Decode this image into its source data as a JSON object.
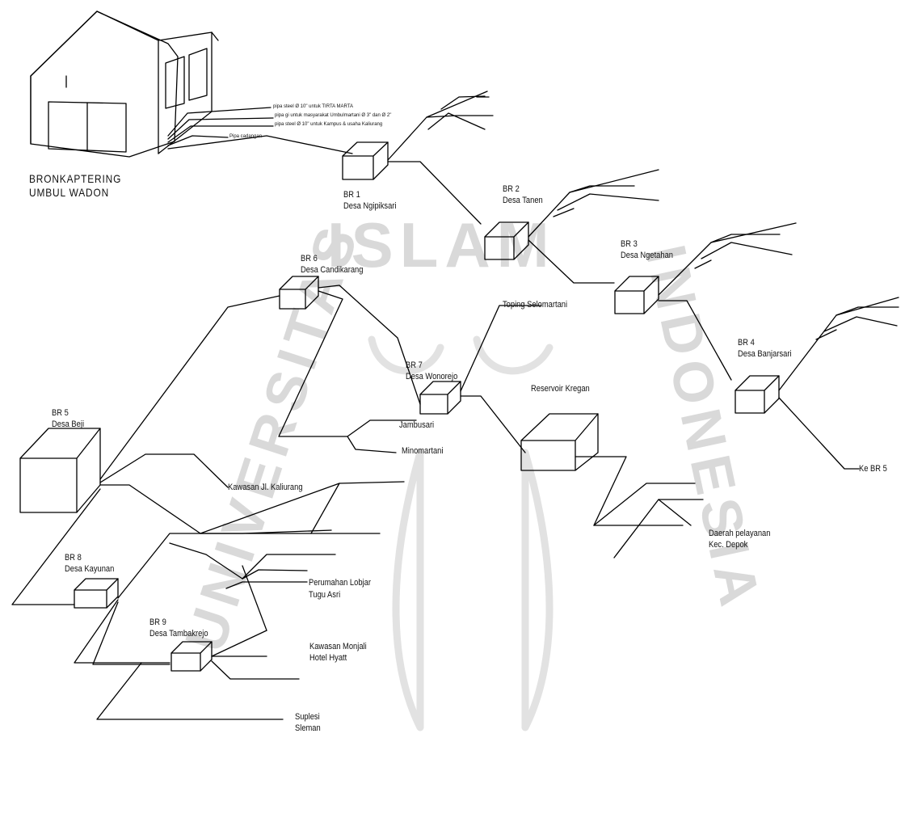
{
  "watermark": {
    "top": "ISLAM",
    "left": "UNIVERSITAS",
    "right": "INDONESIA"
  },
  "source": {
    "name_line1": "BRONKAPTERING",
    "name_line2": "UMBUL WADON",
    "pipes": [
      "pipa steel Ø 10\" untuk TIRTA MARTA",
      "pipa gi untuk masyarakat Umbulmartani Ø 3\" dan Ø 2\"",
      "pipa steel Ø 10\" untuk Kampus & usaha Kaliurang",
      "Pipa cadangan"
    ]
  },
  "nodes": [
    {
      "id": "BR 1",
      "name": "Desa Ngipiksari"
    },
    {
      "id": "BR 2",
      "name": "Desa Tanen"
    },
    {
      "id": "BR 3",
      "name": "Desa Ngetahan"
    },
    {
      "id": "BR 4",
      "name": "Desa Banjarsari"
    },
    {
      "id": "BR 5",
      "name": "Desa Beji"
    },
    {
      "id": "BR 6",
      "name": "Desa Candikarang"
    },
    {
      "id": "BR 7",
      "name": "Desa Wonorejo"
    },
    {
      "id": "BR 8",
      "name": "Desa Kayunan"
    },
    {
      "id": "BR 9",
      "name": "Desa Tambakrejo"
    }
  ],
  "reservoir": {
    "name": "Reservoir Kregan"
  },
  "destinations": {
    "topeng": "Toping Selomartani",
    "jambusari": "Jambusari",
    "minomartani": "Minomartani",
    "kaliurang": "Kawasan Jl. Kaliurang",
    "ke_br5": "Ke BR 5",
    "depok_1": "Daerah pelayanan",
    "depok_2": "Kec. Depok",
    "perumahan_1": "Perumahan Lobjar",
    "perumahan_2": "Tugu Asri",
    "monjali_1": "Kawasan Monjali",
    "monjali_2": "Hotel Hyatt",
    "suplesi_1": "Suplesi",
    "suplesi_2": "Sleman"
  }
}
